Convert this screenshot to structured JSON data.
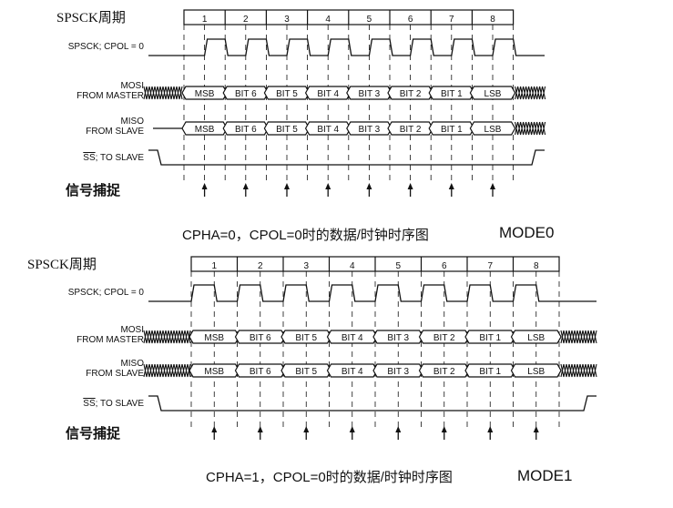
{
  "diagrams": [
    {
      "id": "mode0",
      "period_label": "SPSCK周期",
      "cycles": [
        "1",
        "2",
        "3",
        "4",
        "5",
        "6",
        "7",
        "8"
      ],
      "signal_labels": {
        "sck": "SPSCK; CPOL = 0",
        "mosi_1": "MOSI",
        "mosi_2": "FROM MASTER",
        "miso_1": "MISO",
        "miso_2": "FROM SLAVE",
        "ss_bar": "SS",
        "ss_rest": "; TO SLAVE"
      },
      "bits": [
        "MSB",
        "BIT 6",
        "BIT 5",
        "BIT 4",
        "BIT 3",
        "BIT 2",
        "BIT 1",
        "LSB"
      ],
      "capture_label": "信号捕捉",
      "caption": "CPHA=0，CPOL=0时的数据/时钟时序图",
      "mode_label": "MODE0"
    },
    {
      "id": "mode1",
      "period_label": "SPSCK周期",
      "cycles": [
        "1",
        "2",
        "3",
        "4",
        "5",
        "6",
        "7",
        "8"
      ],
      "signal_labels": {
        "sck": "SPSCK; CPOL = 0",
        "mosi_1": "MOSI",
        "mosi_2": "FROM MASTER",
        "miso_1": "MISO",
        "miso_2": "FROM SLAVE",
        "ss_bar": "SS",
        "ss_rest": "; TO SLAVE"
      },
      "bits": [
        "MSB",
        "BIT 6",
        "BIT 5",
        "BIT 4",
        "BIT 3",
        "BIT 2",
        "BIT 1",
        "LSB"
      ],
      "capture_label": "信号捕捉",
      "caption": "CPHA=1，CPOL=0时的数据/时钟时序图",
      "mode_label": "MODE1"
    }
  ]
}
